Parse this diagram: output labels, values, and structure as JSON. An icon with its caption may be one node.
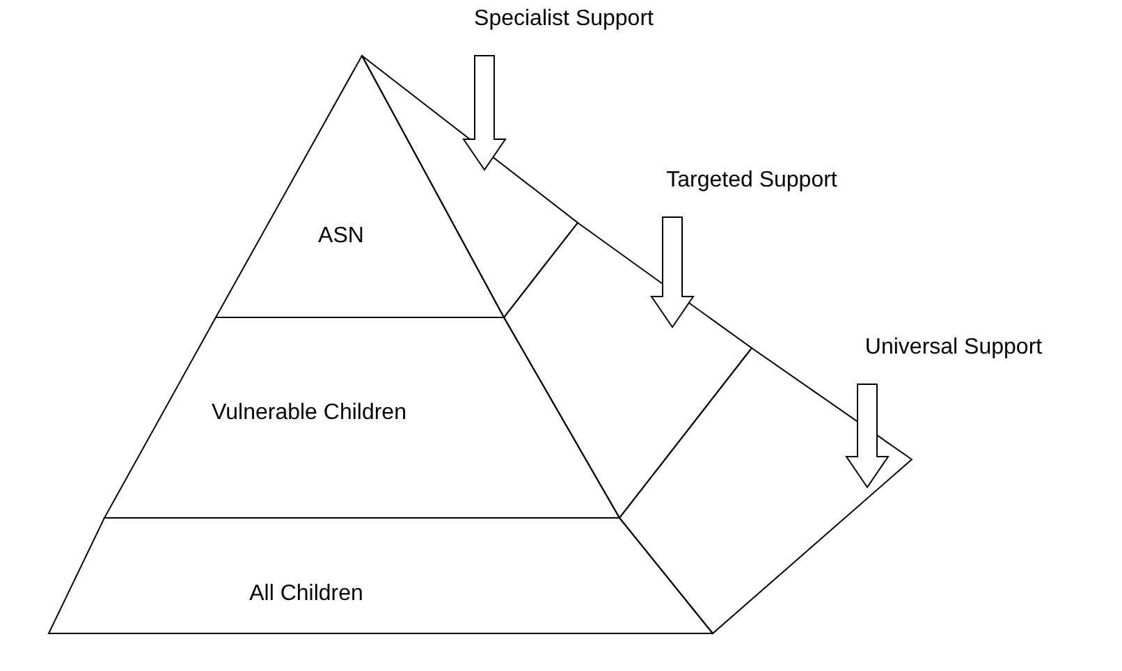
{
  "diagram": {
    "nodes": [
      {
        "text": [
          "ASN"
        ]
      },
      {
        "text": [
          "Vulnerable Children"
        ]
      },
      {
        "text": [
          "All Children"
        ]
      },
      {
        "text": [],
        "shape": "box"
      },
      {
        "text": [],
        "shape": "box"
      },
      {
        "text": [],
        "shape": "box"
      },
      {
        "text": [
          "Specialist Support"
        ]
      },
      {
        "text": [
          "Targeted Support"
        ]
      },
      {
        "text": [
          "Universal Support"
        ]
      }
    ],
    "edges": [
      {
        "from": 6,
        "to": 3,
        "arrow": "to"
      },
      {
        "from": 7,
        "to": 4,
        "arrow": "to"
      },
      {
        "from": 8,
        "to": 5,
        "arrow": "to"
      }
    ]
  }
}
